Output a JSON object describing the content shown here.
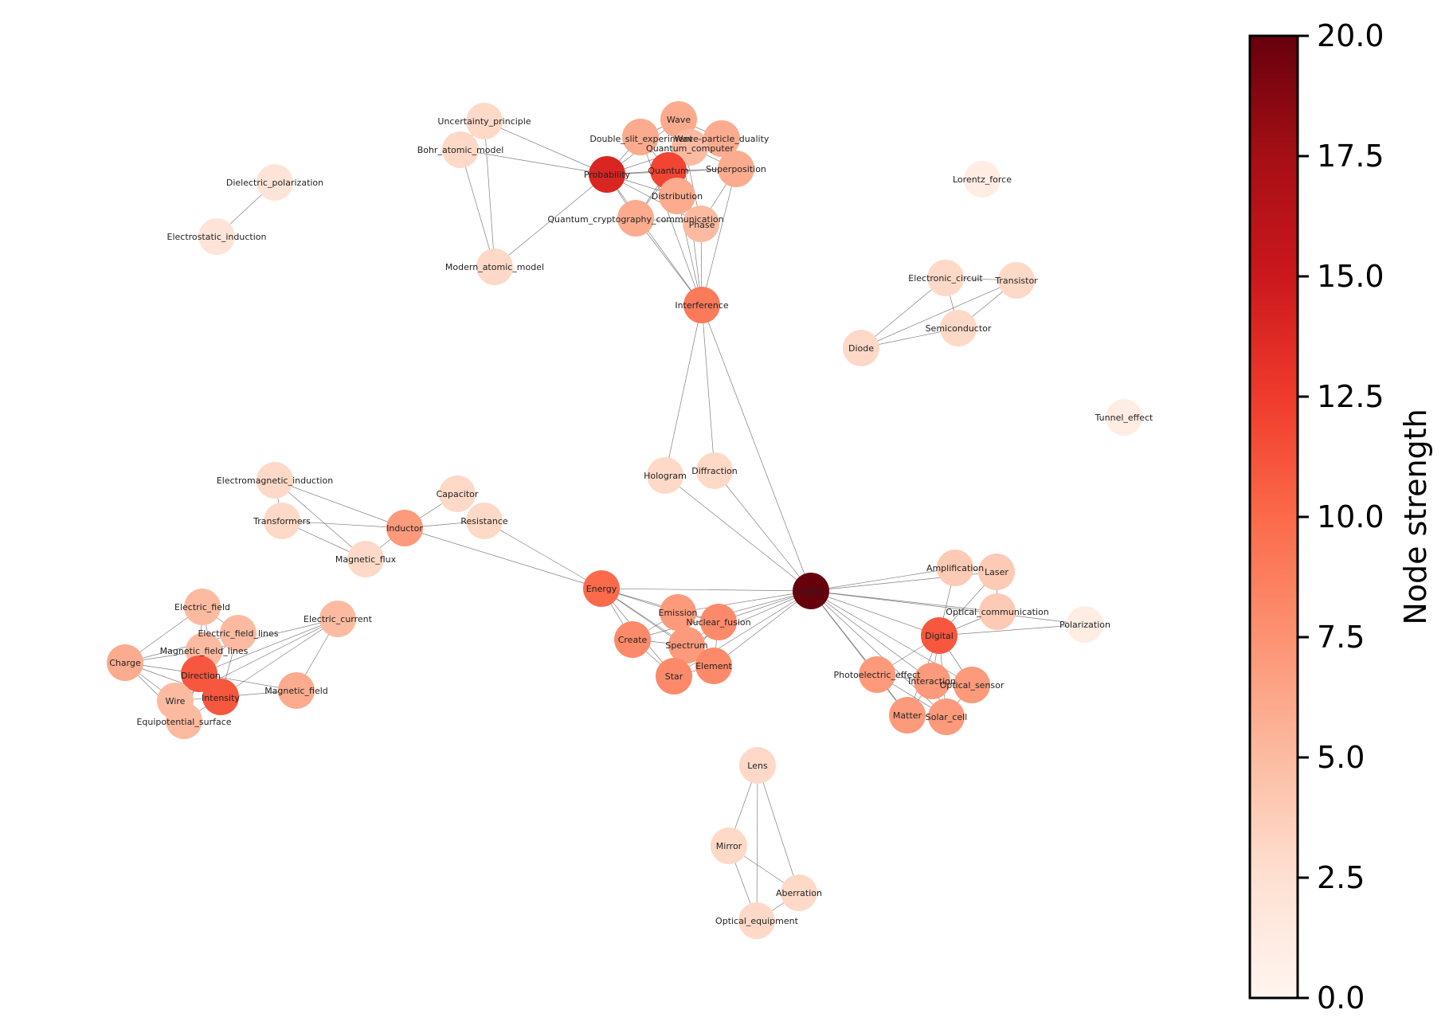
{
  "colorbar": {
    "label": "Node strength",
    "min": 0,
    "max": 20,
    "ticks": [
      "0.0",
      "2.5",
      "5.0",
      "7.5",
      "10.0",
      "12.5",
      "15.0",
      "17.5",
      "20.0"
    ],
    "colors": [
      "#fff5f0",
      "#fee0d2",
      "#fcbba1",
      "#fc9272",
      "#fb6a4a",
      "#ef3b2c",
      "#cb181d",
      "#a50f15",
      "#67000d"
    ]
  },
  "nodes": [
    {
      "id": "Uncertainty_principle",
      "strength": 3
    },
    {
      "id": "Bohr_atomic_model",
      "strength": 3
    },
    {
      "id": "Modern_atomic_model",
      "strength": 3
    },
    {
      "id": "Probability",
      "strength": 14
    },
    {
      "id": "Double_slit_experiment",
      "strength": 6
    },
    {
      "id": "Wave",
      "strength": 6
    },
    {
      "id": "Wave-particle_duality",
      "strength": 6
    },
    {
      "id": "Quantum_computer",
      "strength": 5
    },
    {
      "id": "Quantum",
      "strength": 12
    },
    {
      "id": "Superposition",
      "strength": 6
    },
    {
      "id": "Distribution",
      "strength": 6
    },
    {
      "id": "Quantum_cryptography_communication",
      "strength": 6
    },
    {
      "id": "Phase",
      "strength": 5
    },
    {
      "id": "Interference",
      "strength": 9
    },
    {
      "id": "Dielectric_polarization",
      "strength": 2
    },
    {
      "id": "Electrostatic_induction",
      "strength": 2
    },
    {
      "id": "Lorentz_force",
      "strength": 1
    },
    {
      "id": "Electronic_circuit",
      "strength": 3
    },
    {
      "id": "Transistor",
      "strength": 3
    },
    {
      "id": "Semiconductor",
      "strength": 3
    },
    {
      "id": "Diode",
      "strength": 3
    },
    {
      "id": "Tunnel_effect",
      "strength": 1
    },
    {
      "id": "Hologram",
      "strength": 3
    },
    {
      "id": "Diffraction",
      "strength": 3
    },
    {
      "id": "Electromagnetic_induction",
      "strength": 3
    },
    {
      "id": "Capacitor",
      "strength": 3
    },
    {
      "id": "Transformers",
      "strength": 3
    },
    {
      "id": "Inductor",
      "strength": 7
    },
    {
      "id": "Resistance",
      "strength": 3
    },
    {
      "id": "Magnetic_flux",
      "strength": 3
    },
    {
      "id": "Energy",
      "strength": 10
    },
    {
      "id": "Light",
      "strength": 20
    },
    {
      "id": "Emission",
      "strength": 7
    },
    {
      "id": "Nuclear_fusion",
      "strength": 8
    },
    {
      "id": "Create",
      "strength": 8
    },
    {
      "id": "Spectrum",
      "strength": 7
    },
    {
      "id": "Star",
      "strength": 8
    },
    {
      "id": "Element",
      "strength": 8
    },
    {
      "id": "Amplification",
      "strength": 4
    },
    {
      "id": "Laser",
      "strength": 4
    },
    {
      "id": "Optical_communication",
      "strength": 4
    },
    {
      "id": "Polarization",
      "strength": 1
    },
    {
      "id": "Digital",
      "strength": 11
    },
    {
      "id": "Photoelectric_effect",
      "strength": 7
    },
    {
      "id": "Interaction",
      "strength": 7
    },
    {
      "id": "Optical_sensor",
      "strength": 7
    },
    {
      "id": "Matter",
      "strength": 7
    },
    {
      "id": "Solar_cell",
      "strength": 7
    },
    {
      "id": "Electric_field",
      "strength": 5
    },
    {
      "id": "Electric_field_lines",
      "strength": 5
    },
    {
      "id": "Electric_current",
      "strength": 5
    },
    {
      "id": "Magnetic_field_lines",
      "strength": 5
    },
    {
      "id": "Charge",
      "strength": 6
    },
    {
      "id": "Direction",
      "strength": 11
    },
    {
      "id": "Intensity",
      "strength": 11
    },
    {
      "id": "Magnetic_field",
      "strength": 6
    },
    {
      "id": "Wire",
      "strength": 5
    },
    {
      "id": "Equipotential_surface",
      "strength": 5
    },
    {
      "id": "Lens",
      "strength": 3
    },
    {
      "id": "Mirror",
      "strength": 3
    },
    {
      "id": "Aberration",
      "strength": 3
    },
    {
      "id": "Optical_equipment",
      "strength": 3
    }
  ],
  "edges": [
    [
      "Uncertainty_principle",
      "Probability"
    ],
    [
      "Uncertainty_principle",
      "Modern_atomic_model"
    ],
    [
      "Uncertainty_principle",
      "Bohr_atomic_model"
    ],
    [
      "Bohr_atomic_model",
      "Modern_atomic_model"
    ],
    [
      "Bohr_atomic_model",
      "Probability"
    ],
    [
      "Modern_atomic_model",
      "Probability"
    ],
    [
      "Probability",
      "Quantum"
    ],
    [
      "Probability",
      "Double_slit_experiment"
    ],
    [
      "Probability",
      "Distribution"
    ],
    [
      "Probability",
      "Quantum_cryptography_communication"
    ],
    [
      "Probability",
      "Phase"
    ],
    [
      "Probability",
      "Interference"
    ],
    [
      "Probability",
      "Superposition"
    ],
    [
      "Probability",
      "Wave"
    ],
    [
      "Probability",
      "Quantum_computer"
    ],
    [
      "Double_slit_experiment",
      "Quantum"
    ],
    [
      "Double_slit_experiment",
      "Interference"
    ],
    [
      "Double_slit_experiment",
      "Wave"
    ],
    [
      "Wave",
      "Quantum"
    ],
    [
      "Wave",
      "Wave-particle_duality"
    ],
    [
      "Wave",
      "Interference"
    ],
    [
      "Wave",
      "Phase"
    ],
    [
      "Wave-particle_duality",
      "Quantum"
    ],
    [
      "Wave-particle_duality",
      "Superposition"
    ],
    [
      "Quantum_computer",
      "Quantum"
    ],
    [
      "Quantum_computer",
      "Superposition"
    ],
    [
      "Quantum_computer",
      "Quantum_cryptography_communication"
    ],
    [
      "Quantum",
      "Superposition"
    ],
    [
      "Quantum",
      "Distribution"
    ],
    [
      "Quantum",
      "Quantum_cryptography_communication"
    ],
    [
      "Quantum",
      "Phase"
    ],
    [
      "Superposition",
      "Phase"
    ],
    [
      "Superposition",
      "Interference"
    ],
    [
      "Distribution",
      "Interference"
    ],
    [
      "Distribution",
      "Phase"
    ],
    [
      "Quantum_cryptography_communication",
      "Phase"
    ],
    [
      "Quantum_cryptography_communication",
      "Interference"
    ],
    [
      "Phase",
      "Interference"
    ],
    [
      "Interference",
      "Hologram"
    ],
    [
      "Interference",
      "Diffraction"
    ],
    [
      "Interference",
      "Light"
    ],
    [
      "Hologram",
      "Light"
    ],
    [
      "Diffraction",
      "Light"
    ],
    [
      "Dielectric_polarization",
      "Electrostatic_induction"
    ],
    [
      "Electronic_circuit",
      "Semiconductor"
    ],
    [
      "Electronic_circuit",
      "Diode"
    ],
    [
      "Electronic_circuit",
      "Transistor"
    ],
    [
      "Transistor",
      "Semiconductor"
    ],
    [
      "Transistor",
      "Diode"
    ],
    [
      "Semiconductor",
      "Diode"
    ],
    [
      "Electromagnetic_induction",
      "Inductor"
    ],
    [
      "Electromagnetic_induction",
      "Transformers"
    ],
    [
      "Electromagnetic_induction",
      "Magnetic_flux"
    ],
    [
      "Transformers",
      "Inductor"
    ],
    [
      "Transformers",
      "Magnetic_flux"
    ],
    [
      "Inductor",
      "Capacitor"
    ],
    [
      "Inductor",
      "Resistance"
    ],
    [
      "Inductor",
      "Magnetic_flux"
    ],
    [
      "Inductor",
      "Energy"
    ],
    [
      "Resistance",
      "Energy"
    ],
    [
      "Energy",
      "Light"
    ],
    [
      "Energy",
      "Emission"
    ],
    [
      "Energy",
      "Create"
    ],
    [
      "Energy",
      "Spectrum"
    ],
    [
      "Energy",
      "Star"
    ],
    [
      "Energy",
      "Nuclear_fusion"
    ],
    [
      "Energy",
      "Element"
    ],
    [
      "Light",
      "Emission"
    ],
    [
      "Light",
      "Nuclear_fusion"
    ],
    [
      "Light",
      "Spectrum"
    ],
    [
      "Light",
      "Element"
    ],
    [
      "Light",
      "Star"
    ],
    [
      "Light",
      "Create"
    ],
    [
      "Light",
      "Amplification"
    ],
    [
      "Light",
      "Laser"
    ],
    [
      "Light",
      "Optical_communication"
    ],
    [
      "Light",
      "Polarization"
    ],
    [
      "Light",
      "Digital"
    ],
    [
      "Light",
      "Photoelectric_effect"
    ],
    [
      "Light",
      "Interaction"
    ],
    [
      "Light",
      "Optical_sensor"
    ],
    [
      "Light",
      "Matter"
    ],
    [
      "Light",
      "Solar_cell"
    ],
    [
      "Emission",
      "Spectrum"
    ],
    [
      "Emission",
      "Create"
    ],
    [
      "Emission",
      "Star"
    ],
    [
      "Emission",
      "Nuclear_fusion"
    ],
    [
      "Nuclear_fusion",
      "Star"
    ],
    [
      "Nuclear_fusion",
      "Spectrum"
    ],
    [
      "Nuclear_fusion",
      "Element"
    ],
    [
      "Create",
      "Spectrum"
    ],
    [
      "Create",
      "Star"
    ],
    [
      "Spectrum",
      "Star"
    ],
    [
      "Spectrum",
      "Element"
    ],
    [
      "Star",
      "Element"
    ],
    [
      "Amplification",
      "Laser"
    ],
    [
      "Amplification",
      "Digital"
    ],
    [
      "Laser",
      "Optical_communication"
    ],
    [
      "Laser",
      "Digital"
    ],
    [
      "Optical_communication",
      "Digital"
    ],
    [
      "Digital",
      "Polarization"
    ],
    [
      "Digital",
      "Photoelectric_effect"
    ],
    [
      "Digital",
      "Interaction"
    ],
    [
      "Digital",
      "Optical_sensor"
    ],
    [
      "Digital",
      "Solar_cell"
    ],
    [
      "Digital",
      "Matter"
    ],
    [
      "Photoelectric_effect",
      "Interaction"
    ],
    [
      "Photoelectric_effect",
      "Matter"
    ],
    [
      "Photoelectric_effect",
      "Solar_cell"
    ],
    [
      "Interaction",
      "Matter"
    ],
    [
      "Interaction",
      "Optical_sensor"
    ],
    [
      "Interaction",
      "Solar_cell"
    ],
    [
      "Matter",
      "Solar_cell"
    ],
    [
      "Optical_sensor",
      "Solar_cell"
    ],
    [
      "Electric_field",
      "Charge"
    ],
    [
      "Electric_field",
      "Direction"
    ],
    [
      "Electric_field",
      "Intensity"
    ],
    [
      "Electric_field",
      "Electric_field_lines"
    ],
    [
      "Electric_field_lines",
      "Direction"
    ],
    [
      "Electric_field_lines",
      "Intensity"
    ],
    [
      "Electric_field_lines",
      "Charge"
    ],
    [
      "Electric_current",
      "Direction"
    ],
    [
      "Electric_current",
      "Intensity"
    ],
    [
      "Electric_current",
      "Magnetic_field"
    ],
    [
      "Electric_current",
      "Wire"
    ],
    [
      "Electric_current",
      "Magnetic_field_lines"
    ],
    [
      "Magnetic_field_lines",
      "Direction"
    ],
    [
      "Magnetic_field_lines",
      "Intensity"
    ],
    [
      "Magnetic_field_lines",
      "Charge"
    ],
    [
      "Charge",
      "Direction"
    ],
    [
      "Charge",
      "Intensity"
    ],
    [
      "Charge",
      "Wire"
    ],
    [
      "Charge",
      "Equipotential_surface"
    ],
    [
      "Direction",
      "Intensity"
    ],
    [
      "Direction",
      "Wire"
    ],
    [
      "Direction",
      "Magnetic_field"
    ],
    [
      "Direction",
      "Equipotential_surface"
    ],
    [
      "Intensity",
      "Magnetic_field"
    ],
    [
      "Intensity",
      "Wire"
    ],
    [
      "Intensity",
      "Equipotential_surface"
    ],
    [
      "Wire",
      "Equipotential_surface"
    ],
    [
      "Lens",
      "Mirror"
    ],
    [
      "Lens",
      "Aberration"
    ],
    [
      "Lens",
      "Optical_equipment"
    ],
    [
      "Mirror",
      "Aberration"
    ],
    [
      "Mirror",
      "Optical_equipment"
    ],
    [
      "Aberration",
      "Optical_equipment"
    ]
  ]
}
